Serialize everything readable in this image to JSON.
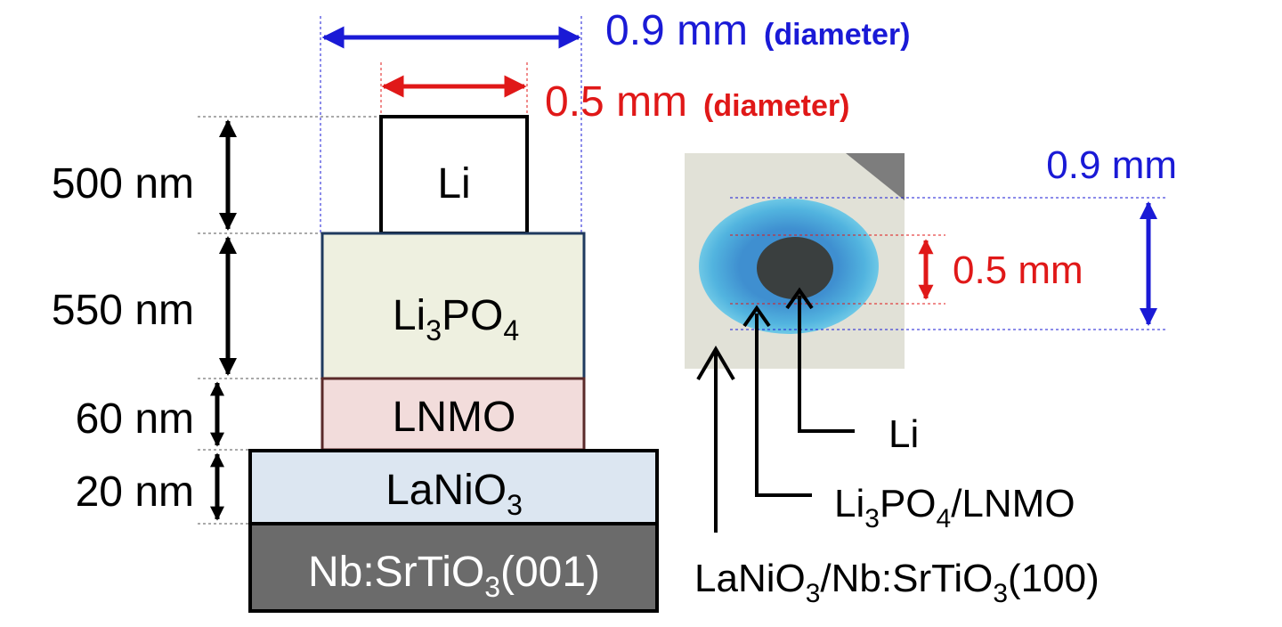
{
  "diagram": {
    "top_dimension": {
      "value": "0.9 mm",
      "note": "(diameter)",
      "color": "#1a1ad6"
    },
    "inner_dimension": {
      "value": "0.5 mm",
      "note": "(diameter)",
      "color": "#e01818"
    },
    "thickness_labels": {
      "li": "500 nm",
      "li3po4": "550 nm",
      "lnmo": "60 nm",
      "lanio3": "20 nm"
    },
    "layers": {
      "li": {
        "label": "Li",
        "fill": "#ffffff"
      },
      "li3po4": {
        "label_parts": [
          "Li",
          "3",
          "PO",
          "4"
        ],
        "fill": "#eef0e0",
        "stroke": "#1f3a5f"
      },
      "lnmo": {
        "label": "LNMO",
        "fill": "#f2dcdb",
        "stroke": "#5a2a2a"
      },
      "lanio3": {
        "label_parts": [
          "LaNiO",
          "3"
        ],
        "fill": "#dce6f1"
      },
      "substrate": {
        "label_parts": [
          "Nb:SrTiO",
          "3",
          "(001)"
        ],
        "fill": "#6b6b6b",
        "text_color": "#ffffff"
      }
    }
  },
  "photo": {
    "outer_label": "0.9 mm",
    "inner_label": "0.5 mm",
    "callouts": {
      "li": "Li",
      "li3po4_lnmo_parts": [
        "Li",
        "3",
        "PO",
        "4",
        "/LNMO"
      ],
      "substrate_parts": [
        "LaNiO",
        "3",
        "/Nb:SrTiO",
        "3",
        "(100)"
      ]
    },
    "colors": {
      "background": "#e8e8e0",
      "ring": "#4aa6d8",
      "center": "#3a3f3f"
    }
  }
}
